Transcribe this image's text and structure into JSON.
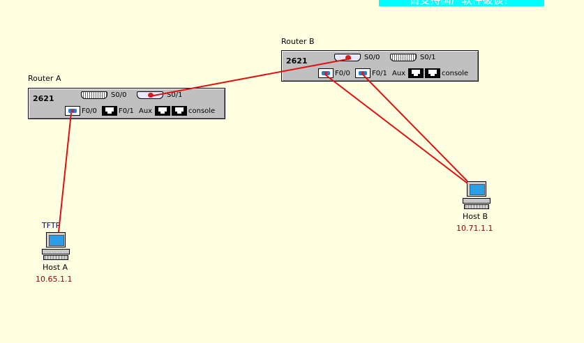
{
  "banner": {
    "text": "请支持国产软件破谈！"
  },
  "colors": {
    "background": "#ffffe1",
    "link": "#e01010",
    "ip_text": "#8b0000",
    "banner_bg": "#00ffff"
  },
  "router_a": {
    "name": "Router A",
    "model": "2621",
    "ports": {
      "s00": "S0/0",
      "s01": "S0/1",
      "f00": "F0/0",
      "f01": "F0/1",
      "aux": "Aux",
      "console": "console"
    }
  },
  "router_b": {
    "name": "Router B",
    "model": "2621",
    "ports": {
      "s00": "S0/0",
      "s01": "S0/1",
      "f00": "F0/0",
      "f01": "F0/1",
      "aux": "Aux",
      "console": "console"
    }
  },
  "host_a": {
    "service": "TFTP",
    "name": "Host A",
    "ip": "10.65.1.1",
    "icon": "pc-icon"
  },
  "host_b": {
    "name": "Host B",
    "ip": "10.71.1.1",
    "icon": "pc-icon"
  },
  "links": [
    {
      "from": "Router A S0/1",
      "to": "Router B S0/0"
    },
    {
      "from": "Router A F0/0",
      "to": "Host A"
    },
    {
      "from": "Router B F0/0",
      "to": "Host B"
    },
    {
      "from": "Router B F0/1",
      "to": "Host B"
    }
  ]
}
